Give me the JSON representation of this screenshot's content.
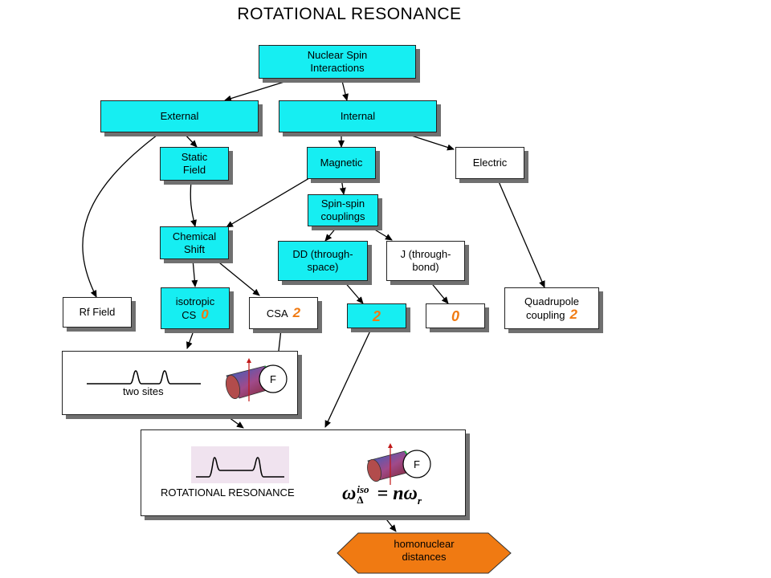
{
  "title": "ROTATIONAL RESONANCE",
  "nodes": {
    "nuclear_spin": [
      "Nuclear Spin",
      "Interactions"
    ],
    "external": "External",
    "internal": "Internal",
    "static_field": [
      "Static",
      "Field"
    ],
    "magnetic": "Magnetic",
    "electric": "Electric",
    "spin_spin": [
      "Spin-spin",
      "couplings"
    ],
    "chemical_shift": [
      "Chemical",
      "Shift"
    ],
    "dd": [
      "DD (through-",
      "space)"
    ],
    "j": [
      "J (through-",
      "bond)"
    ],
    "rf_field": "Rf Field",
    "isotropic": [
      "isotropic",
      "CS"
    ],
    "isotropic_value": "0",
    "csa": "CSA",
    "csa_value": "2",
    "dd_value": "2",
    "j_value": "0",
    "quadrupole": [
      "Quadrupole",
      "coupling"
    ],
    "quadrupole_value": "2"
  },
  "panels": {
    "two_sites": {
      "caption": "two sites",
      "rotor_label": "F"
    },
    "rotational_resonance": {
      "caption": "ROTATIONAL RESONANCE",
      "rotor_label": "F",
      "equation": {
        "omega": "ω",
        "sup": "iso",
        "sub": "Δ",
        "rhs": "= nω",
        "rhs_sub": "r"
      }
    }
  },
  "result": [
    "homonuclear",
    "distances"
  ],
  "colors": {
    "cyan": "#16eef2",
    "orange": "#f07a12",
    "hex_fill": "#f07a12",
    "shadow": "#707070"
  }
}
